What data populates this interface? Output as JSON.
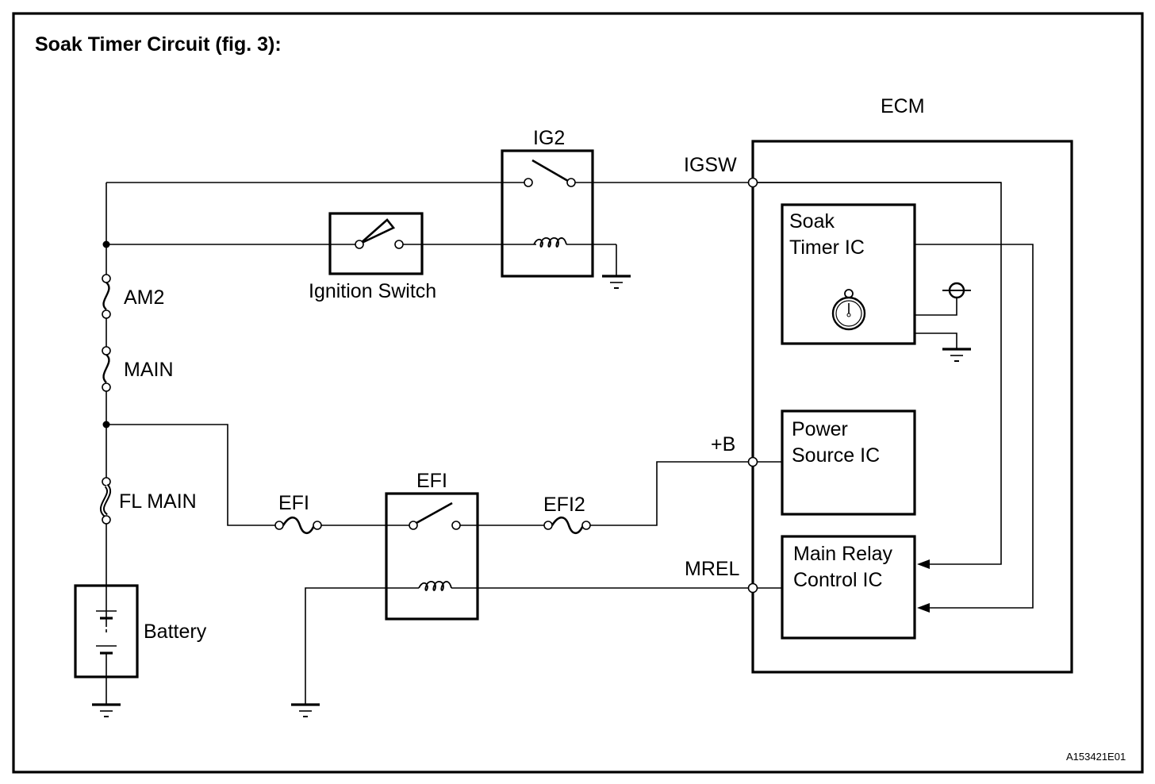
{
  "title": "Soak Timer Circuit (fig. 3):",
  "figure_id": "A153421E01",
  "components": {
    "ecm": {
      "label": "ECM"
    },
    "ig2_relay": {
      "label": "IG2"
    },
    "ignition_switch": {
      "label": "Ignition Switch"
    },
    "efi_relay": {
      "label": "EFI"
    },
    "battery": {
      "label": "Battery"
    },
    "fuses": {
      "am2": "AM2",
      "main": "MAIN",
      "fl_main": "FL MAIN",
      "efi": "EFI",
      "efi2": "EFI2"
    },
    "ics": {
      "soak_timer": {
        "line1": "Soak",
        "line2": "Timer IC"
      },
      "power_source": {
        "line1": "Power",
        "line2": "Source IC"
      },
      "main_relay_control": {
        "line1": "Main Relay",
        "line2": "Control IC"
      }
    }
  },
  "terminals": {
    "igsw": "IGSW",
    "plus_b": "+B",
    "mrel": "MREL"
  }
}
